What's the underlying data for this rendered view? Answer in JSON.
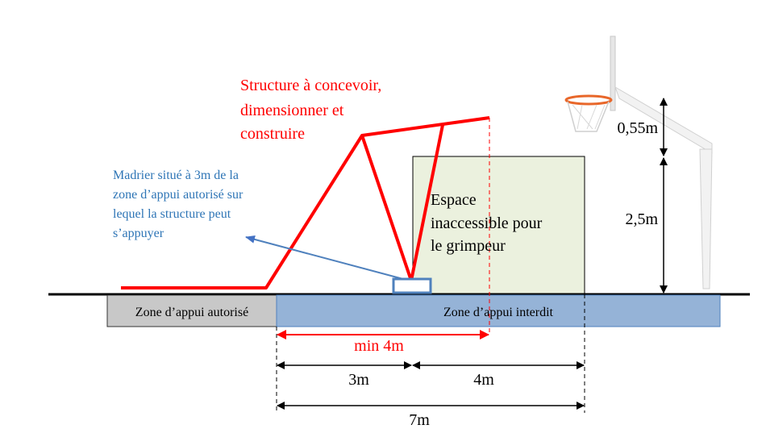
{
  "title_lines": [
    "Structure à concevoir,",
    "dimensionner et",
    "construire"
  ],
  "madrier_lines": [
    "Madrier situé à 3m de la",
    "zone d’appui autorisé sur",
    "lequel la structure peut",
    "s’appuyer"
  ],
  "espace_lines": [
    "Espace",
    "inaccessible pour",
    "le grimpeur"
  ],
  "zones": {
    "allowed": "Zone d’appui autorisé",
    "forbidden": "Zone d’appui interdit"
  },
  "dimensions": {
    "min": "min 4m",
    "d3": "3m",
    "d4": "4m",
    "d7": "7m",
    "h055": "0,55m",
    "h25": "2,5m"
  },
  "colors": {
    "red": "#ff0000",
    "blue": "#2e75b6",
    "zone_blue": "#95b3d7",
    "zone_grey": "#c8c8c8",
    "espace": "#ebf1de"
  }
}
